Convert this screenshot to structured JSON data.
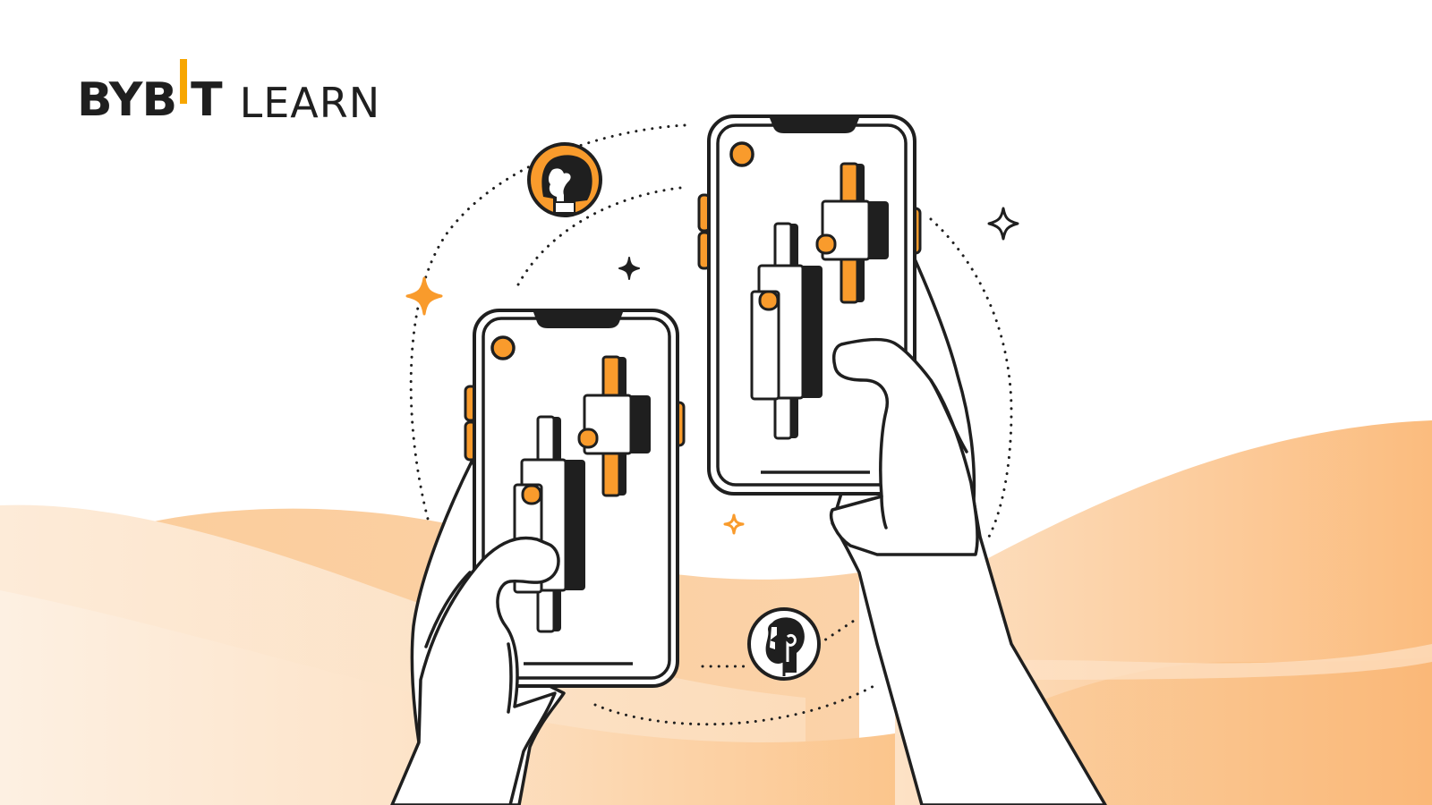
{
  "logo": {
    "brand_part1": "BYB",
    "brand_part2": "T",
    "product": "LEARN"
  },
  "illustration": {
    "subject": "two-hands-holding-smartphones-with-candlestick-charts",
    "icons": [
      "avatar-woman-icon",
      "avatar-man-icon",
      "sparkle-icon",
      "candlestick-icon"
    ]
  },
  "colors": {
    "accent": "#f7a600",
    "orange_mid": "#f99b2c",
    "ink": "#1f1f1f",
    "wave_light": "#fde8d3",
    "wave_mid": "#fcd2a6",
    "wave_dark": "#fbbf80",
    "background": "#ffffff"
  }
}
